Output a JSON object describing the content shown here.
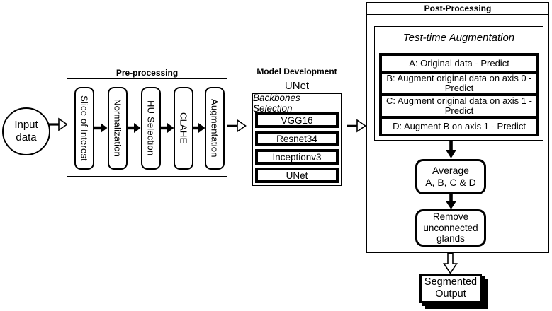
{
  "colors": {
    "ink": "#000000",
    "paper": "#ffffff"
  },
  "input_node": {
    "label": "Input\ndata"
  },
  "preprocessing": {
    "title": "Pre-processing",
    "steps": [
      "Slice of Interest",
      "Normalization",
      "HU Selection",
      "CLAHE",
      "Augmentation"
    ]
  },
  "model_development": {
    "title": "Model Development",
    "model": "UNet",
    "backbones_title": "Backbones Selection",
    "backbones": [
      "VGG16",
      "Resnet34",
      "Inceptionv3",
      "UNet"
    ]
  },
  "post_processing": {
    "title": "Post-Processing",
    "tta": {
      "title": "Test-time Augmentation",
      "rows": [
        "A: Original data - Predict",
        "B: Augment original data on axis 0 - Predict",
        "C: Augment original data on axis 1 - Predict",
        "D: Augment B on axis 1 - Predict"
      ]
    },
    "average": "Average\nA, B, C & D",
    "remove": "Remove\nunconnected\nglands"
  },
  "output_node": {
    "label": "Segmented\nOutput"
  }
}
